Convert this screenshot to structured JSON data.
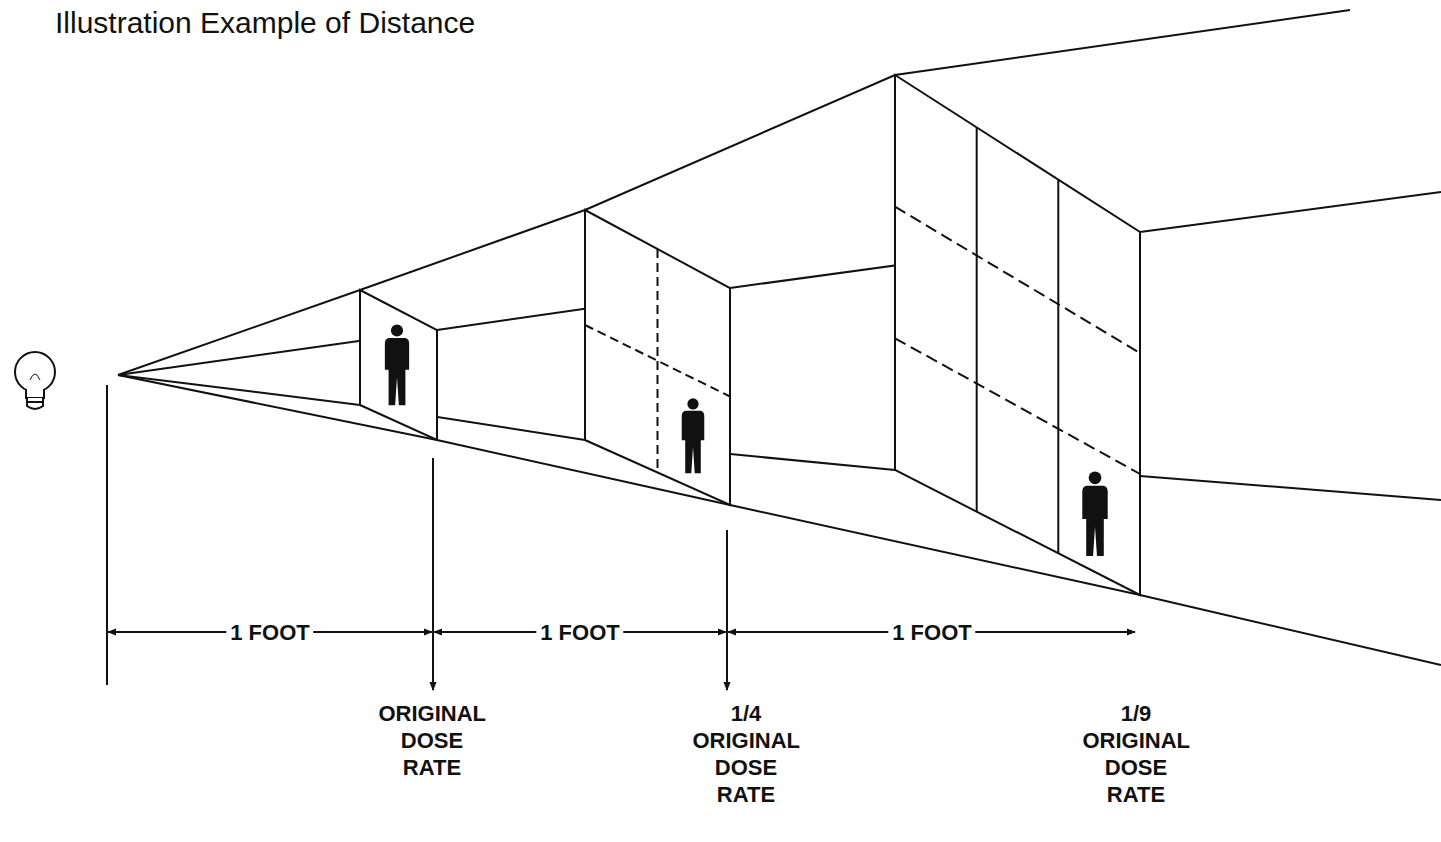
{
  "diagram": {
    "title": "Illustration Example of Distance",
    "labels": [
      "1 FOOT",
      "1 FOOT",
      "1 FOOT",
      "ORIGINAL DOSE RATE",
      "1/4 ORIGINAL DOSE RATE",
      "1/9 ORIGINAL DOSE RATE"
    ]
  }
}
